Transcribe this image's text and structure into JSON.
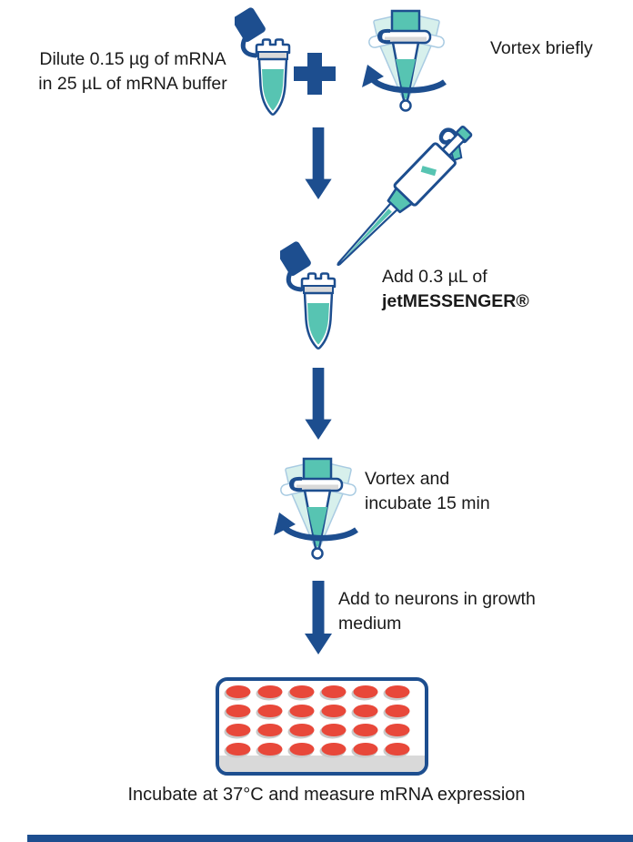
{
  "palette": {
    "blue": "#1d4e8f",
    "teal": "#57c4b2",
    "teal_ghost": "#d7f0ec",
    "ghost_outline": "#a9cbe2",
    "gray": "#d9d9d9",
    "red": "#e8483a",
    "well_shadow": "#c9c9c9",
    "text": "#1a1a1a"
  },
  "steps": {
    "dilute": {
      "line1": "Dilute 0.15 µg of mRNA",
      "line2": "in 25 µL of mRNA buffer"
    },
    "vortex_brief": {
      "label": "Vortex briefly"
    },
    "add_reagent": {
      "line1": "Add 0.3 µL of",
      "line2": "jetMESSENGER®"
    },
    "vortex_incubate": {
      "line1": "Vortex and",
      "line2": "incubate 15 min"
    },
    "add_neurons": {
      "line1": "Add to neurons in growth",
      "line2": "medium"
    },
    "incubate_measure": {
      "label": "Incubate at 37°C and measure mRNA expression"
    }
  },
  "plate": {
    "rows": 4,
    "cols": 6
  }
}
